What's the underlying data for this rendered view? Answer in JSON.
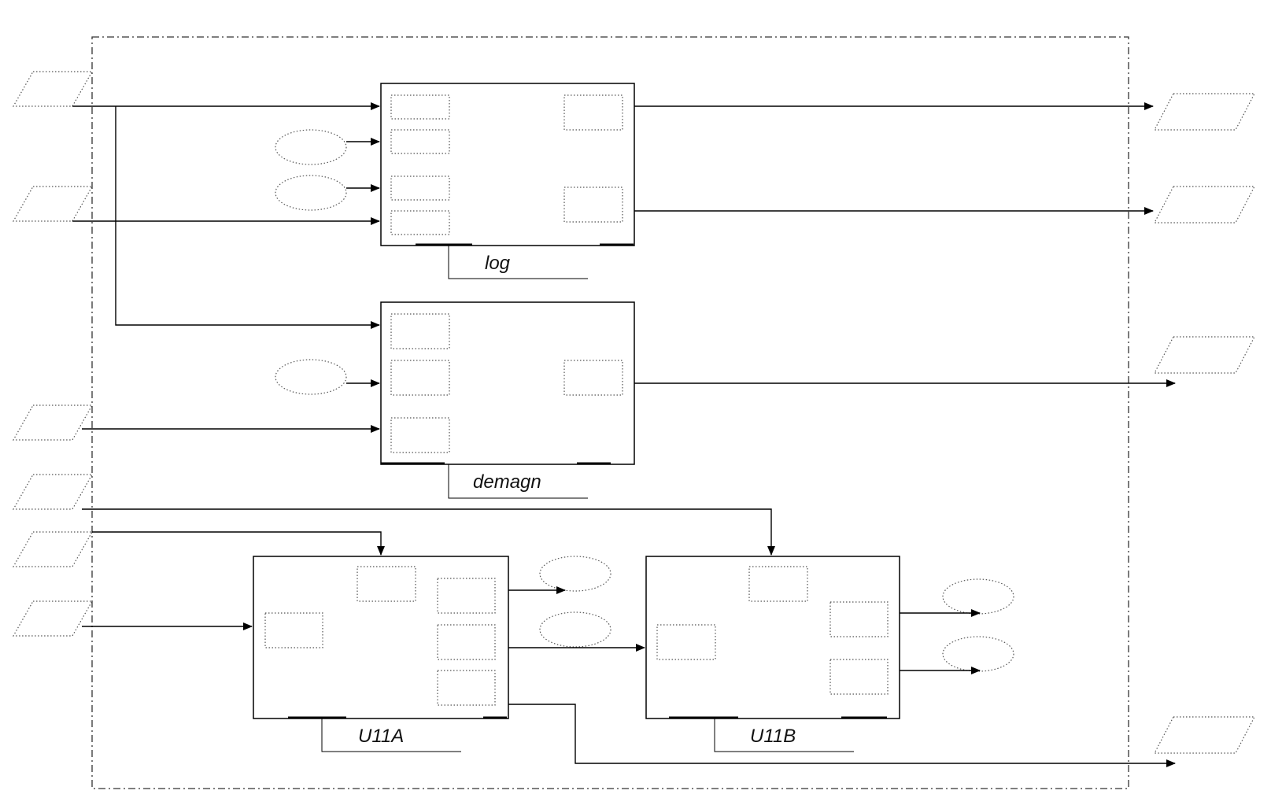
{
  "blocks": {
    "log": {
      "label": "log"
    },
    "demagn": {
      "label": "demagn"
    },
    "u11a": {
      "label": "U11A"
    },
    "u11b": {
      "label": "U11B"
    }
  }
}
